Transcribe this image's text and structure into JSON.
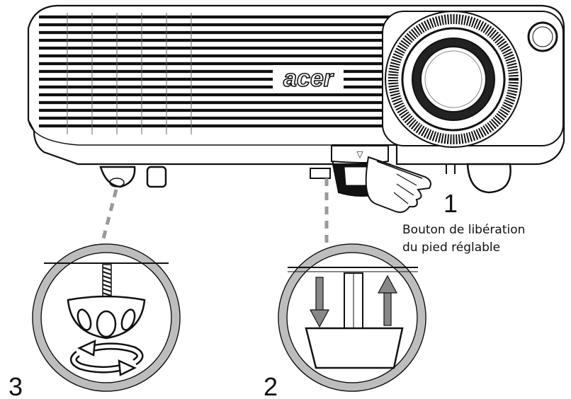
{
  "brand": {
    "logo_text": "acer"
  },
  "callouts": [
    {
      "number": "1",
      "label_line1": "Bouton de libération",
      "label_line2": "du pied réglable"
    },
    {
      "number": "2"
    },
    {
      "number": "3"
    }
  ],
  "button": {
    "glyph": "▽"
  },
  "colors": {
    "line": "#111111",
    "leader": "#999999",
    "ring": "#bdbdbd",
    "white": "#ffffff"
  },
  "icons": [
    "projector",
    "lens",
    "release-button",
    "hand-pointer",
    "adjustable-foot",
    "tilt-foot",
    "down-arrow",
    "up-arrow",
    "rotate-arrows"
  ]
}
